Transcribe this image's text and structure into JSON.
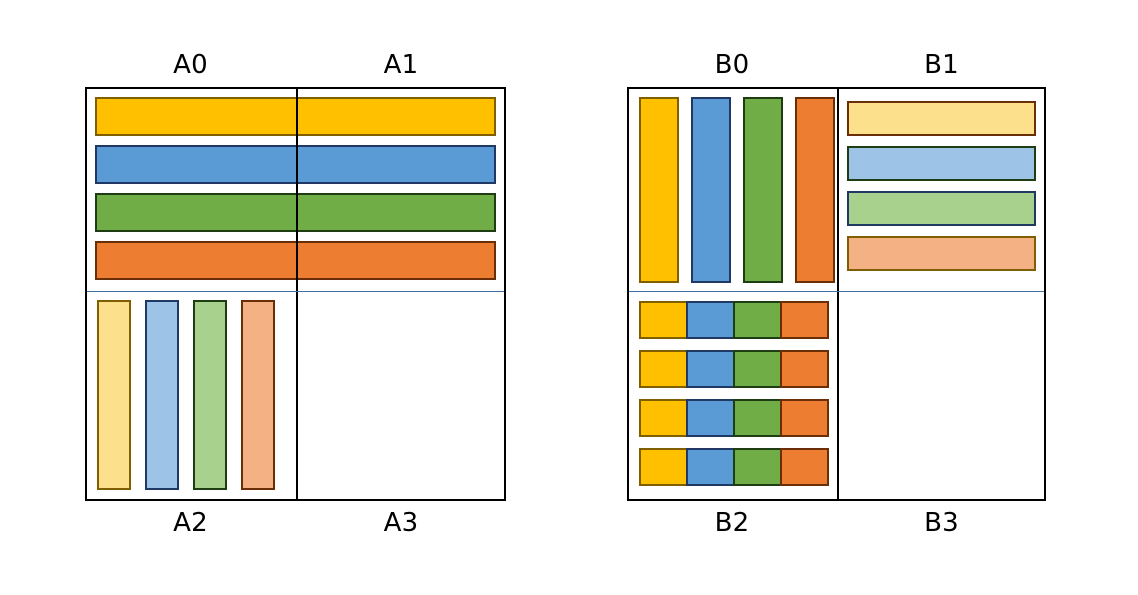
{
  "figure": {
    "title": "",
    "background": "#ffffff",
    "frame_color": "#000000",
    "row_divider_color": "#3f70a8",
    "col_divider_color": "#000000"
  },
  "palette": {
    "strong": {
      "yellow": {
        "fill": "#ffc000",
        "edge": "#7f5f00"
      },
      "blue": {
        "fill": "#5b9bd5",
        "edge": "#1f3864"
      },
      "green": {
        "fill": "#70ad47",
        "edge": "#1f3d12"
      },
      "orange": {
        "fill": "#ed7d31",
        "edge": "#6b2f08"
      }
    },
    "light": {
      "yellow": {
        "fill": "#fce08c"
      },
      "blue": {
        "fill": "#9dc3e6"
      },
      "green": {
        "fill": "#a9d18e"
      },
      "orange": {
        "fill": "#f4b183"
      }
    }
  },
  "panels": [
    {
      "id": "panel-a",
      "name": "panel-a",
      "labels": {
        "top_left": "A0",
        "top_right": "A1",
        "bottom_left": "A2",
        "bottom_right": "A3"
      },
      "quadrants": {
        "A0": {
          "kind": "shared-horizontal-bars",
          "note": "bars span A0 and A1"
        },
        "A1": {
          "kind": "shared-horizontal-bars",
          "note": "bars span A0 and A1"
        },
        "A2": {
          "kind": "vertical-light-bars",
          "count": 4
        },
        "A3": {
          "kind": "empty",
          "count": 0
        }
      }
    },
    {
      "id": "panel-b",
      "name": "panel-b",
      "labels": {
        "top_left": "B0",
        "top_right": "B1",
        "bottom_left": "B2",
        "bottom_right": "B3"
      },
      "quadrants": {
        "B0": {
          "kind": "vertical-strong-bars",
          "count": 4
        },
        "B1": {
          "kind": "horizontal-light-bars",
          "count": 4
        },
        "B2": {
          "kind": "stacked-horizontal-bars",
          "rows": 4,
          "segments": 4
        },
        "B3": {
          "kind": "empty",
          "count": 0
        }
      }
    }
  ],
  "chart_data": {
    "type": "bar",
    "title": "",
    "xlabel": "",
    "ylabel": "",
    "grid": false,
    "legend": false,
    "subplots": [
      {
        "id": "A0A1",
        "label": "A0 / A1",
        "orientation": "horizontal",
        "spans_columns": true,
        "categories": [
          "yellow",
          "blue",
          "green",
          "orange"
        ],
        "values": [
          1.0,
          1.0,
          1.0,
          1.0
        ],
        "fills": [
          "#ffc000",
          "#5b9bd5",
          "#70ad47",
          "#ed7d31"
        ],
        "edges": [
          "#7f5f00",
          "#1f3864",
          "#1f3d12",
          "#6b2f08"
        ]
      },
      {
        "id": "A2",
        "label": "A2",
        "orientation": "vertical",
        "categories": [
          "yellow",
          "blue",
          "green",
          "orange"
        ],
        "values": [
          1.0,
          1.0,
          1.0,
          1.0
        ],
        "fills": [
          "#fce08c",
          "#9dc3e6",
          "#a9d18e",
          "#f4b183"
        ],
        "edges": [
          "#7f5f00",
          "#1f3864",
          "#1f3d12",
          "#6b2f08"
        ]
      },
      {
        "id": "A3",
        "label": "A3",
        "orientation": "none",
        "categories": [],
        "values": []
      },
      {
        "id": "B0",
        "label": "B0",
        "orientation": "vertical",
        "categories": [
          "yellow",
          "blue",
          "green",
          "orange"
        ],
        "values": [
          1.0,
          1.0,
          1.0,
          1.0
        ],
        "fills": [
          "#ffc000",
          "#5b9bd5",
          "#70ad47",
          "#ed7d31"
        ],
        "edges": [
          "#7f5f00",
          "#1f3864",
          "#1f3d12",
          "#6b2f08"
        ]
      },
      {
        "id": "B1",
        "label": "B1",
        "orientation": "horizontal",
        "categories": [
          "yellow",
          "blue",
          "green",
          "orange"
        ],
        "values": [
          1.0,
          1.0,
          1.0,
          1.0
        ],
        "fills": [
          "#fce08c",
          "#9dc3e6",
          "#a9d18e",
          "#f4b183"
        ],
        "edges": [
          "#6b2f08",
          "#1f3d12",
          "#1f3864",
          "#7f5f00"
        ]
      },
      {
        "id": "B2",
        "label": "B2",
        "orientation": "horizontal-stacked",
        "rows": [
          "row1",
          "row2",
          "row3",
          "row4"
        ],
        "series": [
          {
            "name": "yellow",
            "values": [
              0.25,
              0.25,
              0.25,
              0.25
            ],
            "fill": "#ffc000",
            "edge": "#7f5f00"
          },
          {
            "name": "blue",
            "values": [
              0.25,
              0.25,
              0.25,
              0.25
            ],
            "fill": "#5b9bd5",
            "edge": "#1f3864"
          },
          {
            "name": "green",
            "values": [
              0.25,
              0.25,
              0.25,
              0.25
            ],
            "fill": "#70ad47",
            "edge": "#1f3d12"
          },
          {
            "name": "orange",
            "values": [
              0.25,
              0.25,
              0.25,
              0.25
            ],
            "fill": "#ed7d31",
            "edge": "#6b2f08"
          }
        ]
      },
      {
        "id": "B3",
        "label": "B3",
        "orientation": "none",
        "categories": [],
        "values": []
      }
    ]
  }
}
